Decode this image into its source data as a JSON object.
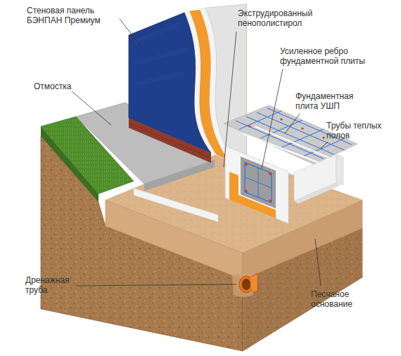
{
  "diagram": {
    "labels": [
      "Стеновая панель БЭНПАН Премиум",
      "Экструдированный пенополистирол",
      "Усиленное ребро фундаментной плиты",
      "Отмостка",
      "Фундаментная плита УШП",
      "Трубы теплых полов",
      "Дренажная труба",
      "Песчаное основание"
    ]
  }
}
